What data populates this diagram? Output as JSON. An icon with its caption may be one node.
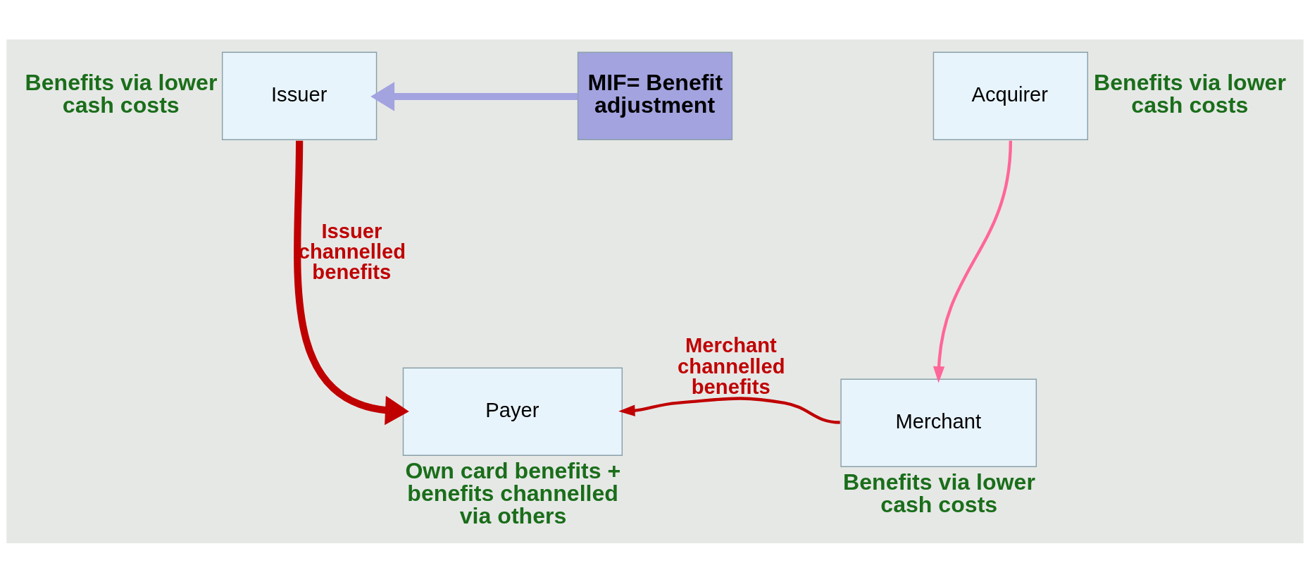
{
  "diagram": {
    "nodes": [
      {
        "text": [
          "Issuer"
        ],
        "beside": [
          "Benefits via lower cash costs"
        ]
      },
      {
        "text": [
          "MIF= Benefit adjustment"
        ]
      },
      {
        "text": [
          "Acquirer"
        ],
        "beside": [
          "Benefits via lower cash costs"
        ]
      },
      {
        "text": [
          "Payer"
        ],
        "beside": [
          "Own card benefits + benefits channelled via others"
        ]
      },
      {
        "text": [
          "Merchant"
        ],
        "beside": [
          "Benefits via lower cash costs"
        ]
      }
    ],
    "edges": [
      {
        "from": 1,
        "to": 0,
        "arrow": "to",
        "style": "thick",
        "color": "#a3a3e0"
      },
      {
        "from": 0,
        "to": 3,
        "arrow": "to",
        "label": "Issuer channelled benefits",
        "style": "thick",
        "color": "#c00000"
      },
      {
        "from": 2,
        "to": 4,
        "arrow": "to",
        "color": "#ff6699"
      },
      {
        "from": 4,
        "to": 3,
        "arrow": "to",
        "label": "Merchant channelled benefits",
        "color": "#c00000"
      }
    ]
  }
}
